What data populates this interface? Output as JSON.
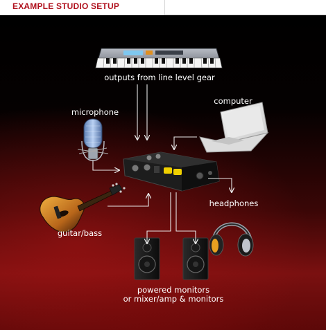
{
  "header": {
    "title": "EXAMPLE STUDIO SETUP"
  },
  "diagram": {
    "labels": {
      "line_level": "outputs from line level gear",
      "computer": "computer",
      "microphone": "microphone",
      "headphones": "headphones",
      "guitar": "guitar/bass",
      "monitors_line1": "powered monitors",
      "monitors_line2": "or mixer/amp & monitors"
    },
    "icons": {
      "keyboard": "keyboard-icon",
      "laptop": "laptop-icon",
      "microphone": "microphone-icon",
      "interface": "audio-interface-icon",
      "guitar": "guitar-icon",
      "headphones": "headphones-icon",
      "speaker": "speaker-icon"
    },
    "colors": {
      "accent": "#b0121e",
      "label": "#ffffff",
      "arrow": "#e8e8e8"
    }
  }
}
